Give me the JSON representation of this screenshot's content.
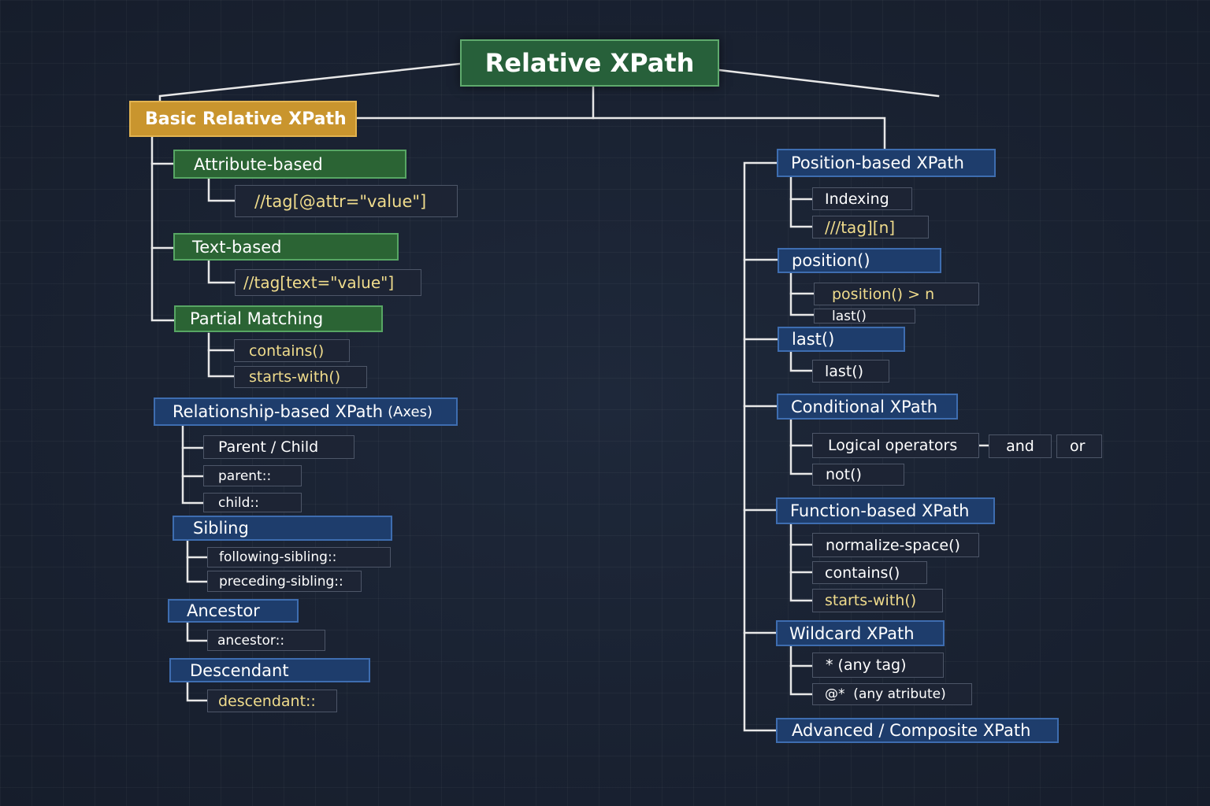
{
  "root": "Relative XPath",
  "left": {
    "basic": {
      "title": "Basic Relative XPath",
      "attribute": {
        "label": "Attribute-based",
        "example": "//tag[@attr=\"value\"]"
      },
      "text": {
        "label": "Text-based",
        "example": "//tag[text=\"value\"]"
      },
      "partial": {
        "label": "Partial Matching",
        "items": [
          "contains()",
          "starts-with()"
        ]
      }
    },
    "relationship": {
      "title": "Relationship-based XPath",
      "suffix": "(Axes)",
      "parent_child": {
        "label": "Parent / Child",
        "items": [
          "parent::",
          "child::"
        ]
      },
      "sibling": {
        "label": "Sibling",
        "items": [
          "following-sibling::",
          "preceding-sibling::"
        ]
      },
      "ancestor": {
        "label": "Ancestor",
        "items": [
          "ancestor::"
        ]
      },
      "descendant": {
        "label": "Descendant",
        "items": [
          "descendant::"
        ]
      }
    }
  },
  "right": {
    "position": {
      "label": "Position-based XPath",
      "items": [
        "Indexing",
        "///tag][n]"
      ]
    },
    "position_fn": {
      "label": "position()",
      "items": [
        "position() > n",
        "last()"
      ]
    },
    "last_fn": {
      "label": "last()",
      "items": [
        "last()"
      ]
    },
    "conditional": {
      "label": "Conditional XPath",
      "logical": "Logical operators",
      "operators": [
        "and",
        "or"
      ],
      "items": [
        "not()"
      ]
    },
    "function": {
      "label": "Function-based XPath",
      "items": [
        "normalize-space()",
        "contains()",
        "starts-with()"
      ]
    },
    "wildcard": {
      "label": "Wildcard XPath",
      "items": [
        "* (any tag)",
        "@*  (any atribute)"
      ]
    },
    "advanced": {
      "label": "Advanced / Composite XPath"
    }
  },
  "colors": {
    "background": "#1b2435",
    "root_fill": "#27603a",
    "orange_fill": "#c9952e",
    "green_fill": "#2b6434",
    "blue_fill": "#1e3d6c",
    "leaf_fill": "#1d2434",
    "yellow_text": "#f0dc8c",
    "connector": "#e8e8e8"
  }
}
